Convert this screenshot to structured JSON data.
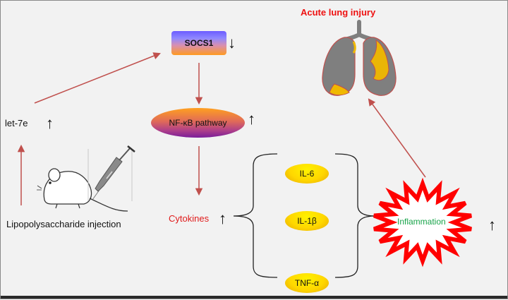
{
  "diagram": {
    "title": "Acute lung injury",
    "nodes": {
      "socs1": "SOCS1",
      "nfkb": "NF-κB pathway",
      "let7e": "let-7e",
      "lps": "Lipopolysaccharide injection",
      "cytokines": "Cytokines",
      "il6": "IL-6",
      "il1b": "IL-1β",
      "tnf": "TNF-α",
      "inflammation": "Inflammation"
    },
    "arrows": {
      "socs1": "↓",
      "nfkb": "↑",
      "let7e": "↑",
      "cytokines": "↑",
      "inflammation": "↑"
    },
    "colors": {
      "title": "#ee1111",
      "cytokines_label": "#e01b1b",
      "inflammation_label": "#18a44a",
      "flow_arrow": "#c0504d",
      "starburst_outline": "#ff0000",
      "lung": "#7f7f7f",
      "lung_inner": "#f0b800"
    },
    "icons": [
      "mouse-icon",
      "syringe-icon",
      "lungs-icon",
      "starburst-icon"
    ]
  }
}
